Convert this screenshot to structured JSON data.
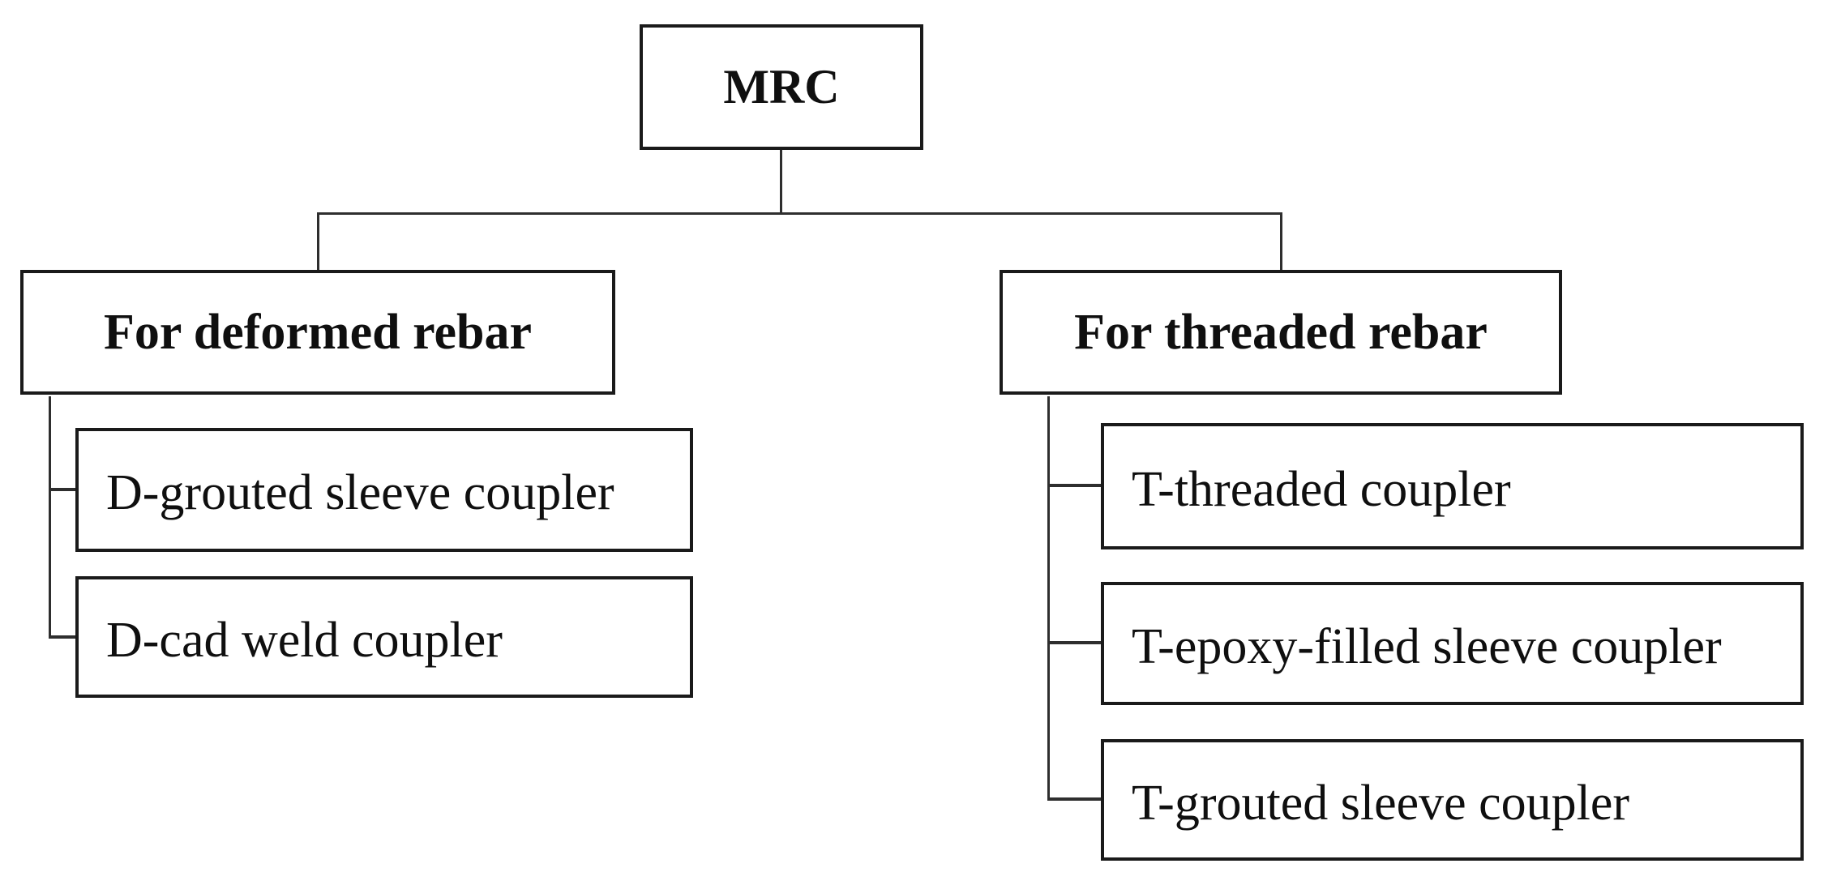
{
  "diagram": {
    "title": "MRC coupler classification tree",
    "root": {
      "label": "MRC"
    },
    "branches": [
      {
        "label": "For deformed rebar",
        "children": [
          "D-grouted sleeve coupler",
          "D-cad weld coupler"
        ]
      },
      {
        "label": "For threaded rebar",
        "children": [
          "T-threaded coupler",
          "T-epoxy-filled sleeve coupler",
          "T-grouted sleeve coupler"
        ]
      }
    ],
    "colors": {
      "background": "#ffffff",
      "box_border": "#1a1a1a",
      "connector_line": "#2e2e2e",
      "text": "#0f0f0f"
    }
  }
}
